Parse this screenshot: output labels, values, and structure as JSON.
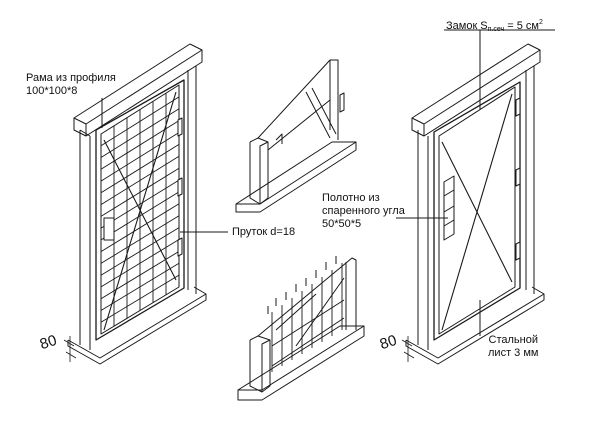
{
  "labels": {
    "frame_profile_line1": "Рама из профиля",
    "frame_profile_line2": "100*100*8",
    "rod": "Пруток d=18",
    "leaf_line1": "Полотно из",
    "leaf_line2": "спаренного угла",
    "leaf_line3": "50*50*5",
    "steel_line1": "Стальной",
    "steel_line2": "лист 3 мм",
    "lock_prefix": "Замок S",
    "lock_sub": "п.сеч",
    "lock_value": " = 5 см",
    "lock_sup": "2",
    "dim_left": "80",
    "dim_right": "80"
  }
}
